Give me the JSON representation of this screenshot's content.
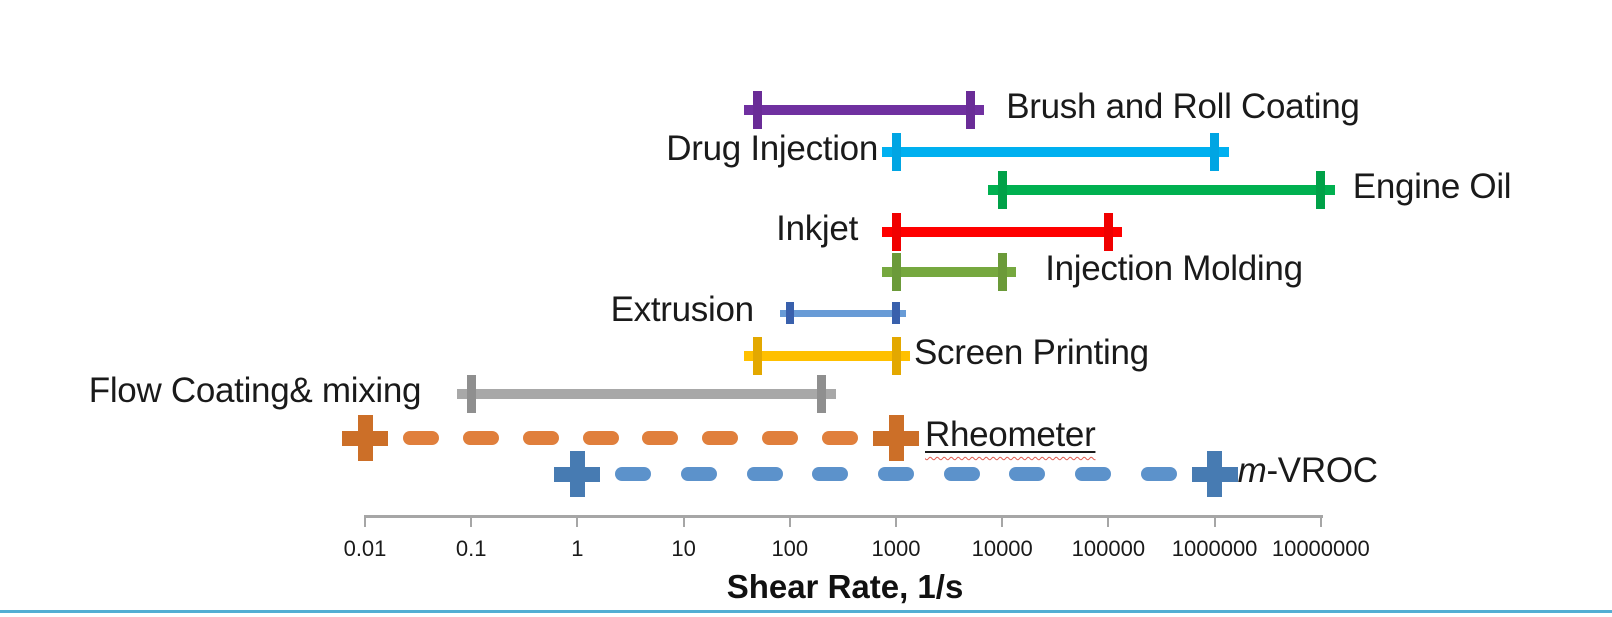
{
  "page": {
    "background": "#ffffff",
    "bottom_border_color": "#53AED3",
    "text_color": "#1a1a1a"
  },
  "chart_data": {
    "type": "range-bar",
    "x_scale": "log",
    "x_min": 0.01,
    "x_max": 10000000,
    "xlabel": "Shear Rate, 1/s",
    "x_ticks": [
      "0.01",
      "0.1",
      "1",
      "10",
      "100",
      "1000",
      "10000",
      "100000",
      "1000000",
      "10000000"
    ],
    "axis_color": "#A6A6A6",
    "grid": false,
    "series": [
      {
        "label": "Brush and Roll Coating",
        "min": 50,
        "max": 5000,
        "color": "#7030A0",
        "cap_color": "#6A2C97",
        "style": "solid",
        "weight": "normal",
        "label_side": "right"
      },
      {
        "label": "Drug Injection",
        "min": 1000,
        "max": 1000000,
        "color": "#00B0F0",
        "cap_color": "#00A5E3",
        "style": "solid",
        "weight": "normal",
        "label_side": "left"
      },
      {
        "label": "Engine Oil",
        "min": 10000,
        "max": 10000000,
        "color": "#00B050",
        "cap_color": "#00A148",
        "style": "solid",
        "weight": "normal",
        "label_side": "right"
      },
      {
        "label": "Inkjet",
        "min": 1000,
        "max": 100000,
        "color": "#FF0000",
        "cap_color": "#F00000",
        "style": "solid",
        "weight": "normal",
        "label_side": "left"
      },
      {
        "label": "Injection Molding",
        "min": 1000,
        "max": 10000,
        "color": "#76A83F",
        "cap_color": "#6B9A39",
        "style": "solid",
        "weight": "normal",
        "label_side": "right"
      },
      {
        "label": "Extrusion",
        "min": 100,
        "max": 1000,
        "color": "#689BD6",
        "cap_color": "#3960AC",
        "style": "solid",
        "weight": "thin",
        "label_side": "left"
      },
      {
        "label": "Screen Printing",
        "min": 50,
        "max": 1000,
        "color": "#FFC000",
        "cap_color": "#E3A800",
        "style": "solid",
        "weight": "normal",
        "label_side": "right"
      },
      {
        "label": "Flow Coating& mixing",
        "min": 0.1,
        "max": 200,
        "color": "#A8A8A8",
        "cap_color": "#8F8F8F",
        "style": "solid",
        "weight": "normal",
        "label_side": "left"
      },
      {
        "label": "Rheometer",
        "min": 0.01,
        "max": 1000,
        "color": "#E07F3C",
        "cap_color": "#CC6F28",
        "style": "dashed",
        "weight": "bold",
        "label_side": "right",
        "underline": true
      },
      {
        "label": "m-VROC",
        "label_italic": "m",
        "label_rest": "-VROC",
        "min": 1,
        "max": 1000000,
        "color": "#5C92CB",
        "cap_color": "#477BB2",
        "style": "dashed",
        "weight": "bold",
        "label_side": "right"
      }
    ]
  }
}
